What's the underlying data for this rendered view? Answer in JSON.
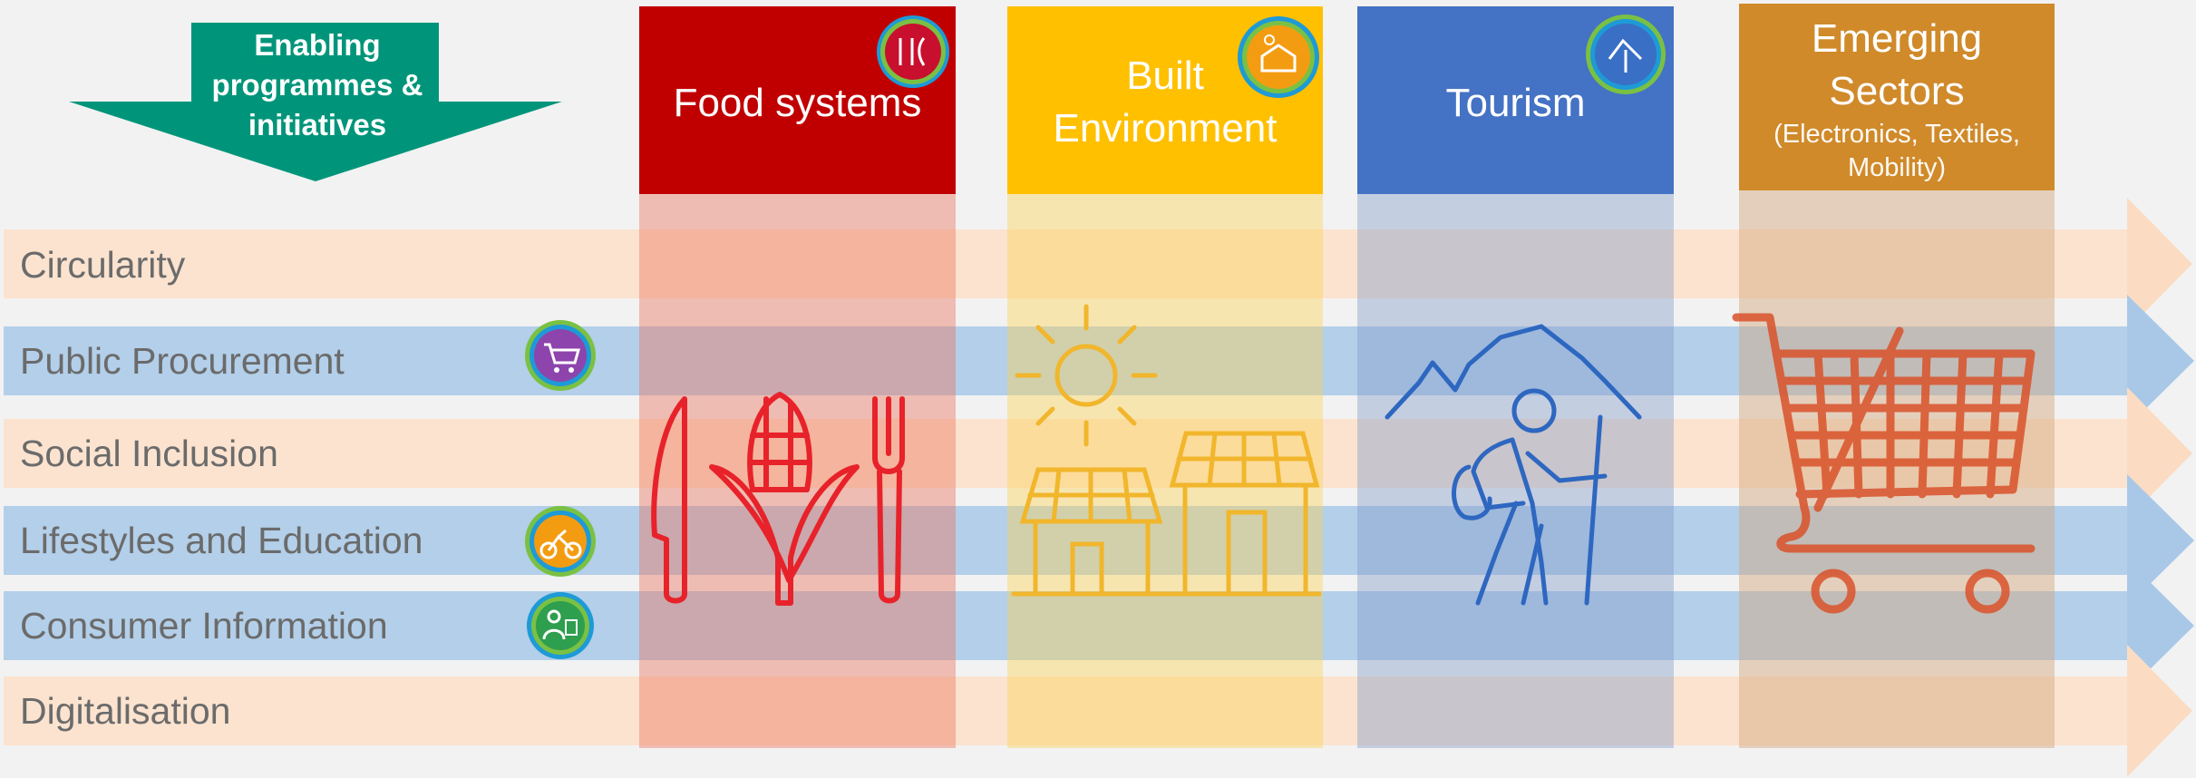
{
  "enabling": {
    "lines": [
      "Enabling",
      "programmes &",
      "initiatives"
    ],
    "color": "#00957a"
  },
  "rows": [
    {
      "label": "Circularity",
      "style": "orange",
      "icon": null
    },
    {
      "label": "Public Procurement",
      "style": "blue",
      "icon": "shopping-cart-icon"
    },
    {
      "label": "Social Inclusion",
      "style": "orange",
      "icon": null
    },
    {
      "label": "Lifestyles and Education",
      "style": "blue",
      "icon": "cyclist-icon"
    },
    {
      "label": "Consumer Information",
      "style": "blue",
      "icon": "person-info-icon"
    },
    {
      "label": "Digitalisation",
      "style": "orange",
      "icon": null
    }
  ],
  "sectors": [
    {
      "title_lines": [
        "Food systems"
      ],
      "subtitle_lines": [],
      "color": "#c00000",
      "badge_icon": "food-icon",
      "illustration": "cutlery-corn-icon"
    },
    {
      "title_lines": [
        "Built",
        "Environment"
      ],
      "subtitle_lines": [],
      "color": "#ffc000",
      "badge_icon": "house-solar-icon",
      "illustration": "sun-houses-icon"
    },
    {
      "title_lines": [
        "Tourism"
      ],
      "subtitle_lines": [],
      "color": "#4472c4",
      "badge_icon": "hiker-icon",
      "illustration": "hiker-mountain-icon"
    },
    {
      "title_lines": [
        "Emerging",
        "Sectors"
      ],
      "subtitle_lines": [
        "(Electronics, Textiles,",
        "Mobility)"
      ],
      "color": "#d08a2a",
      "badge_icon": null,
      "illustration": "shopping-cart-icon"
    }
  ],
  "colors": {
    "band_orange": "#fbe3cf",
    "band_blue": "#b3cfe9",
    "arrow_orange": "#fbdcc2",
    "arrow_blue": "#a9c8e8"
  }
}
